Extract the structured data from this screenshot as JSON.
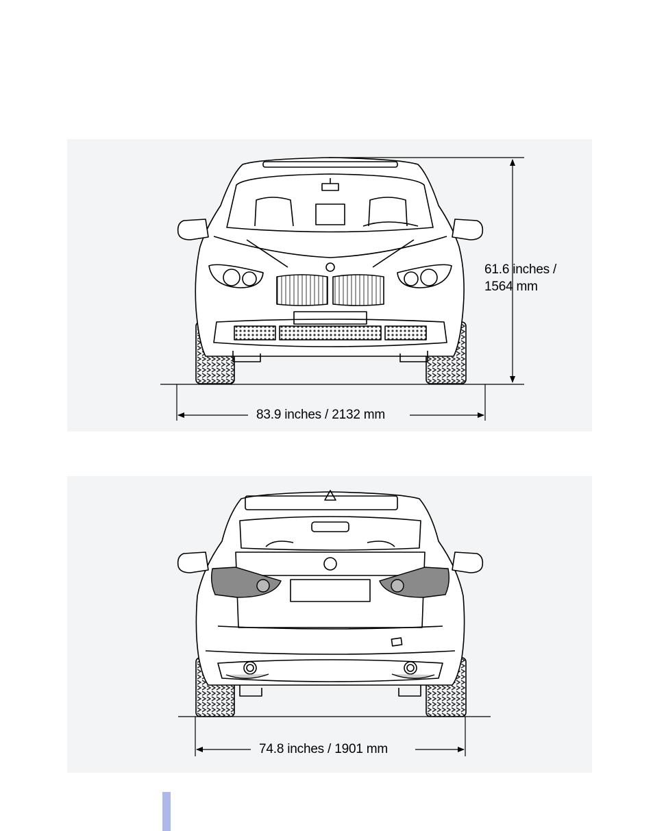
{
  "front_view": {
    "height_line1": "61.6 inches /",
    "height_line2": "1564 mm",
    "track_width": "83.9 inches / 2132 mm"
  },
  "rear_view": {
    "track_width": "74.8 inches / 1901 mm"
  },
  "colors": {
    "panel_background": "#f3f4f6",
    "line": "#000000",
    "taillight": "#8a8a8a",
    "page_marker": "#aeb8ea"
  }
}
